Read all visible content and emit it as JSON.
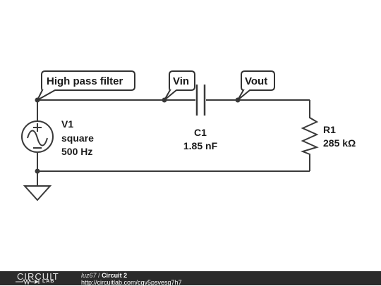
{
  "labels": {
    "net_left": "High pass filter",
    "net_vin": "Vin",
    "net_vout": "Vout"
  },
  "source": {
    "name": "V1",
    "waveform": "square",
    "frequency": "500 Hz"
  },
  "capacitor": {
    "name": "C1",
    "value": "1.85 nF"
  },
  "resistor": {
    "name": "R1",
    "value": "285 kΩ"
  },
  "footer": {
    "logo_top": "CIRCUIT",
    "logo_bottom": "LAB",
    "user": "luz67",
    "separator": "/",
    "circuit_title": "Circuit 2",
    "url": "http://circuitlab.com/cgv5psvesg7h7"
  },
  "colors": {
    "wire": "#3a3a3a",
    "footer_bg": "#2b2b2b"
  }
}
